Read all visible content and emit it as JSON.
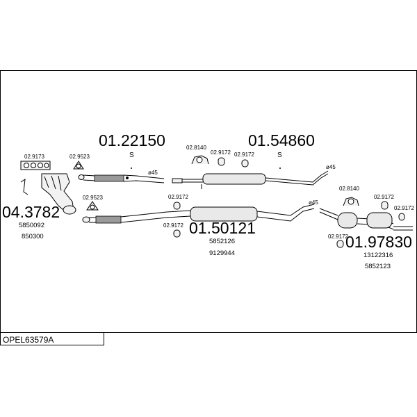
{
  "diagram": {
    "code": "OPEL63579A",
    "parts": {
      "p01_22150": {
        "number": "01.22150",
        "suffix": "S"
      },
      "p01_54860": {
        "number": "01.54860",
        "suffix": "S"
      },
      "p04_3782": {
        "number": "04.3782",
        "refs": [
          "5850092",
          "850300"
        ]
      },
      "p01_50121": {
        "number": "01.50121",
        "refs": [
          "5852126",
          "9129944"
        ]
      },
      "p01_97830": {
        "number": "01.97830",
        "refs": [
          "13122316",
          "5852123"
        ]
      }
    },
    "fittings": {
      "f02_9173": "02.9173",
      "f02_9523a": "02.9523",
      "f02_9523b": "02.9523",
      "f02_8140a": "02.8140",
      "f02_9172a": "02.9172",
      "f02_9172b": "02.9172",
      "f02_9172c": "02.9172",
      "f02_9172d": "02.9172",
      "f02_8140b": "02.8140",
      "f02_9172e": "02.9172",
      "f02_9172f": "02.9172",
      "f02_9172g": "02.9172"
    },
    "diameters": {
      "d1": "ø45",
      "d2": "ø45",
      "d3": "ø45"
    }
  }
}
